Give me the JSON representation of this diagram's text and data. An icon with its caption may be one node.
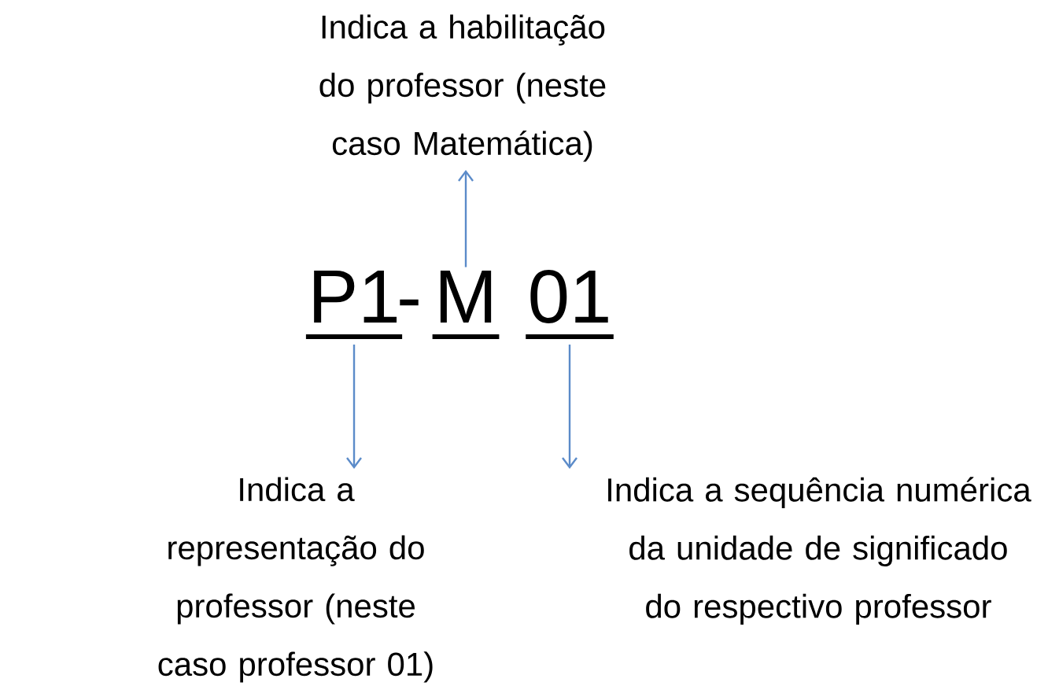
{
  "diagram": {
    "nodes": [
      {
        "text": [
          "Indica a habilitação do professor (neste caso Matemática)"
        ]
      },
      {
        "text": [
          "P1"
        ]
      },
      {
        "text": [
          "M"
        ]
      },
      {
        "text": [
          "01"
        ]
      },
      {
        "text": [
          "Indica a representação do professor (neste caso professor 01)"
        ]
      },
      {
        "text": [
          "Indica a sequência numérica da unidade de significado do respectivo professor"
        ]
      }
    ],
    "edges": [
      {
        "from": 2,
        "to": 0,
        "arrow": "to"
      },
      {
        "from": 1,
        "to": 4,
        "arrow": "to"
      },
      {
        "from": 3,
        "to": 5,
        "arrow": "to"
      }
    ],
    "labels": [
      "-"
    ]
  }
}
